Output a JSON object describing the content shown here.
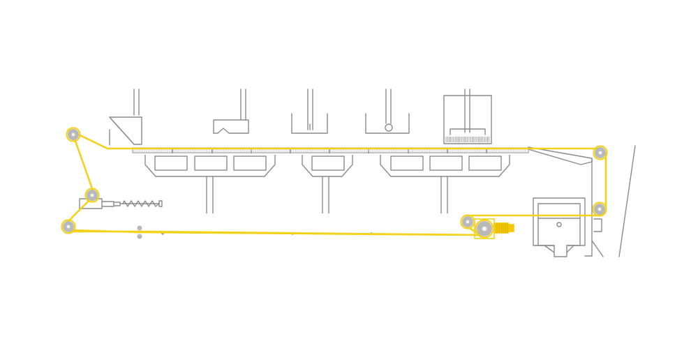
{
  "diagram": {
    "colors": {
      "background": "#ffffff",
      "line": "#8a8a8a",
      "belt": "#f2d21b",
      "pulley": "#b9b9b9",
      "pulley_hub": "#f2f2f2",
      "motor": "#f5c800",
      "mesh": "#c9c9c9"
    },
    "elements": {
      "belt": "conveyor-belt",
      "pulleys": "belt-pulley",
      "tensioner": "belt-tensioner",
      "motor": "drive-motor",
      "stations": [
        "hopper-station",
        "scraper-station",
        "needle-station",
        "roller-station",
        "press-station"
      ],
      "trays": "forming-tray",
      "collector": "collection-bin"
    }
  }
}
